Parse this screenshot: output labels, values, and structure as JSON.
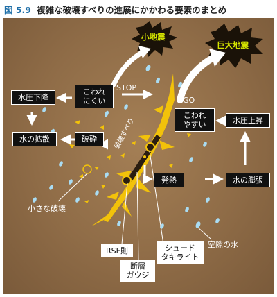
{
  "figure": {
    "number": "図 5.9",
    "title": "複雑な破壊すべりの進展にかかわる要素のまとめ"
  },
  "quakes": {
    "small": "小地震",
    "large": "巨大地震"
  },
  "boxes": {
    "pressure_drop": "水圧下降",
    "hard_to_break_1": "こわれ",
    "hard_to_break_2": "にくい",
    "diffusion": "水の拡散",
    "fracture": "破砕",
    "easy_to_break_1": "こわれ",
    "easy_to_break_2": "やすい",
    "pressure_rise": "水圧上昇",
    "heat": "発熱",
    "expansion": "水の膨張"
  },
  "labels": {
    "stop": "STOP",
    "go": "GO",
    "slip": "破壊すべり",
    "small_fracture": "小さな破壊",
    "pore_water": "空隙の水",
    "rsf": "RSF則",
    "pseudo_1": "シュード",
    "pseudo_2": "タキライト",
    "gouge_1": "断層",
    "gouge_2": "ガウジ"
  },
  "colors": {
    "background": "#8f6c47",
    "box_fill": "#111111",
    "crack": "#f2c20a",
    "water_drop": "#a9dcf3",
    "quake_text": "#d4e400"
  }
}
